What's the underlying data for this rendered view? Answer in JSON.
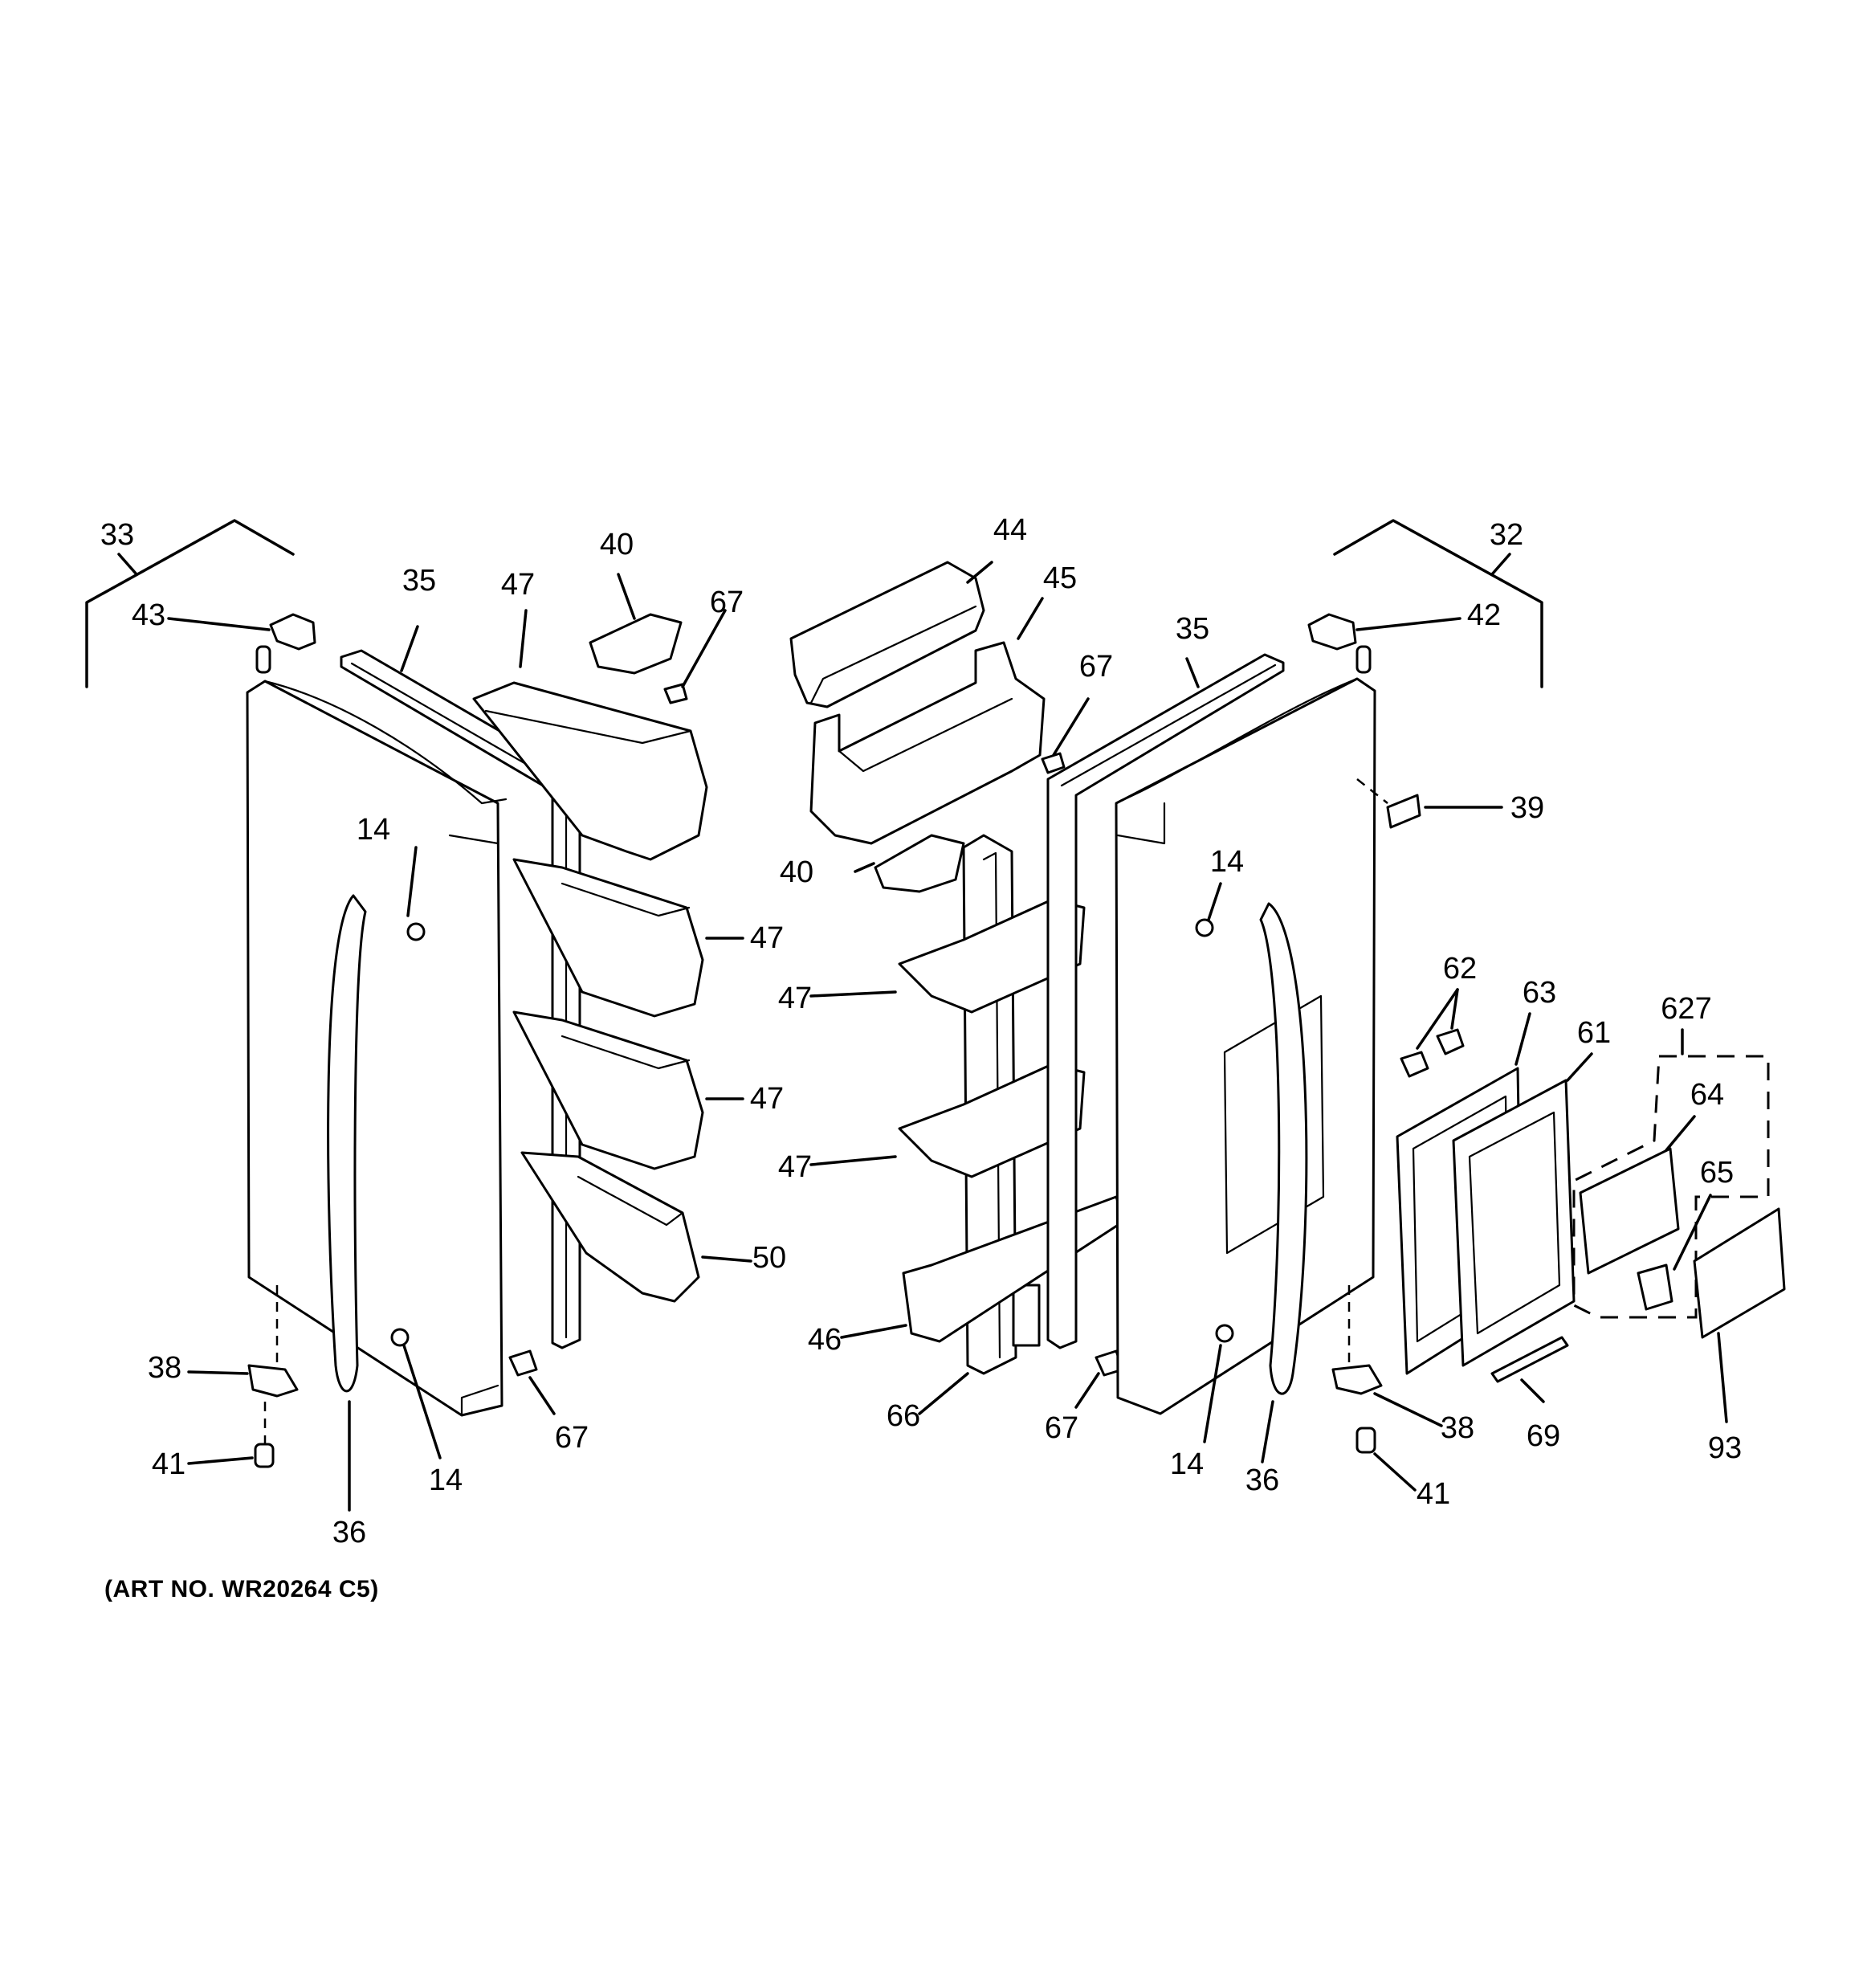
{
  "art_number": "(ART NO. WR20264 C5)",
  "labels": {
    "l33": "33",
    "l43": "43",
    "l35a": "35",
    "l47a": "47",
    "l40a": "40",
    "l67a": "67",
    "l14a": "14",
    "l47b": "47",
    "l47c": "47",
    "l50": "50",
    "l38a": "38",
    "l41a": "41",
    "l36a": "36",
    "l14b": "14",
    "l67b": "67",
    "l44": "44",
    "l45": "45",
    "l67c": "67",
    "l35b": "35",
    "l32": "32",
    "l42": "42",
    "l39": "39",
    "l40b": "40",
    "l14c": "14",
    "l47d": "47",
    "l47e": "47",
    "l46": "46",
    "l66": "66",
    "l67d": "67",
    "l14d": "14",
    "l36b": "36",
    "l38b": "38",
    "l41b": "41",
    "l62": "62",
    "l63": "63",
    "l61": "61",
    "l627": "627",
    "l64": "64",
    "l65": "65",
    "l69": "69",
    "l93": "93"
  }
}
